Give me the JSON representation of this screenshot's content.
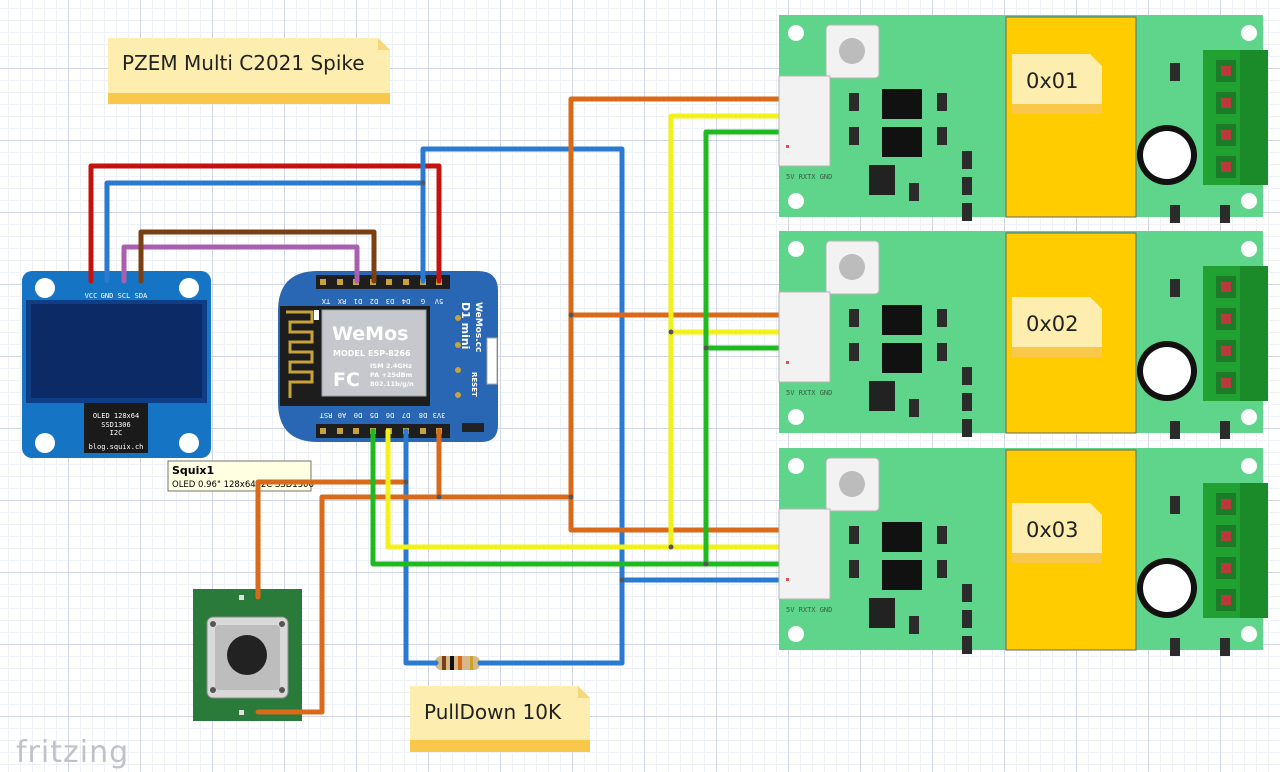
{
  "notes": {
    "title": "PZEM Multi C2021 Spike",
    "pulldown": "PullDown 10K"
  },
  "tooltip": {
    "title": "Squix1",
    "subtitle": "OLED 0.96\" 128x64 I2C SSD1306"
  },
  "oled": {
    "pins": [
      "VCC",
      "GND",
      "SCL",
      "SDA"
    ],
    "back_line1": "OLED 128x64",
    "back_line2": "SSD1306",
    "back_line3": "I2C",
    "back_line4": "blog.squix.ch"
  },
  "wemos": {
    "top_pins": [
      "TX",
      "RX",
      "D1",
      "D2",
      "D3",
      "D4",
      "G",
      "5V"
    ],
    "bottom_pins": [
      "RST",
      "A0",
      "D0",
      "D5",
      "D6",
      "D7",
      "D8",
      "3V3"
    ],
    "logo": "WeMos",
    "model_label": "MODEL",
    "model": "ESP-8266",
    "fc": "FC",
    "spec1": "ISM 2.4GHz",
    "spec2": "PA +25dBm",
    "spec3": "802.11b/g/n",
    "side1": "D1 mini",
    "side2": "WeMos.cc",
    "reset": "RESET"
  },
  "pzem_modules": [
    {
      "address": "0x01",
      "pins": "5V RXTX GND"
    },
    {
      "address": "0x02",
      "pins": "5V RXTX GND"
    },
    {
      "address": "0x03",
      "pins": "5V RXTX GND"
    }
  ],
  "brand": "fritzing",
  "colors": {
    "red_wire": "#c4120f",
    "blue_wire": "#2a7ad2",
    "brown_wire": "#7a3f12",
    "purple_wire": "#a85fae",
    "orange_wire": "#d86a1a",
    "yellow_wire": "#f2f21a",
    "green_wire": "#1fba1f",
    "pzem_board": "#5ed58a",
    "pzem_yellow": "#ffcc00",
    "oled_board": "#1674c5",
    "wemos_board": "#2966b3",
    "note_fill": "#fdeeaf"
  }
}
